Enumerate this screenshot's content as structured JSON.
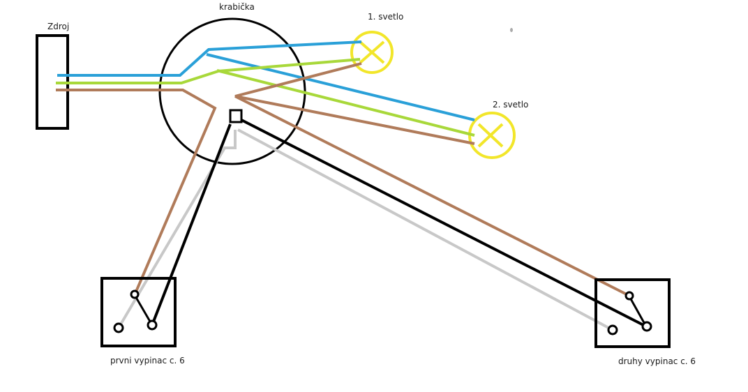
{
  "labels": {
    "source": "Zdroj",
    "junction_box": "krabička",
    "light_1": "1. svetlo",
    "light_2": "2. svetlo",
    "switch_1": "prvni vypinac c. 6",
    "switch_2": "druhy vypinac c. 6"
  },
  "colors": {
    "blue_wire": "#2aa0d8",
    "green_wire": "#a8d83a",
    "brown_wire": "#b07b5a",
    "black_wire": "#000000",
    "grey_wire": "#c8c8c8",
    "lamp": "#f2e62a",
    "outline": "#000000"
  }
}
